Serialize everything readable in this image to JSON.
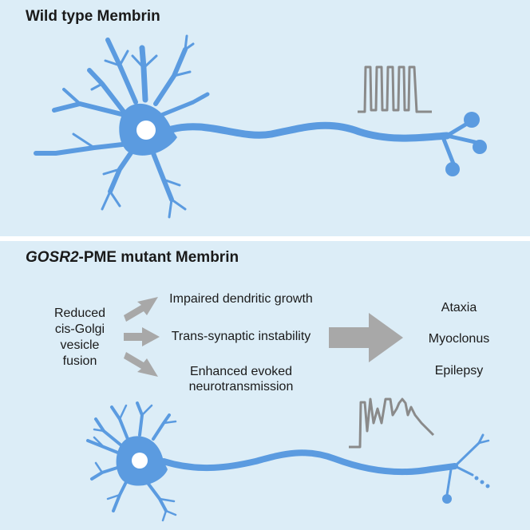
{
  "top_panel": {
    "title": "Wild type Membrin"
  },
  "bottom_panel": {
    "title_italic": "GOSR2",
    "title_rest": "-PME mutant Membrin",
    "cause": [
      "Reduced",
      "cis-Golgi",
      "vesicle",
      "fusion"
    ],
    "effects": [
      "Impaired dendritic growth",
      "Trans-synaptic instability",
      "Enhanced evoked",
      "neurotransmission"
    ],
    "symptoms": [
      "Ataxia",
      "Myoclonus",
      "Epilepsy"
    ]
  },
  "colors": {
    "background": "#dcedf7",
    "neuron": "#5b9be0",
    "trace": "#8a8a8a",
    "arrow": "#a8a8a8"
  },
  "icons": [
    "neuron-illustration",
    "action-potential-trace",
    "arrow-icon"
  ]
}
